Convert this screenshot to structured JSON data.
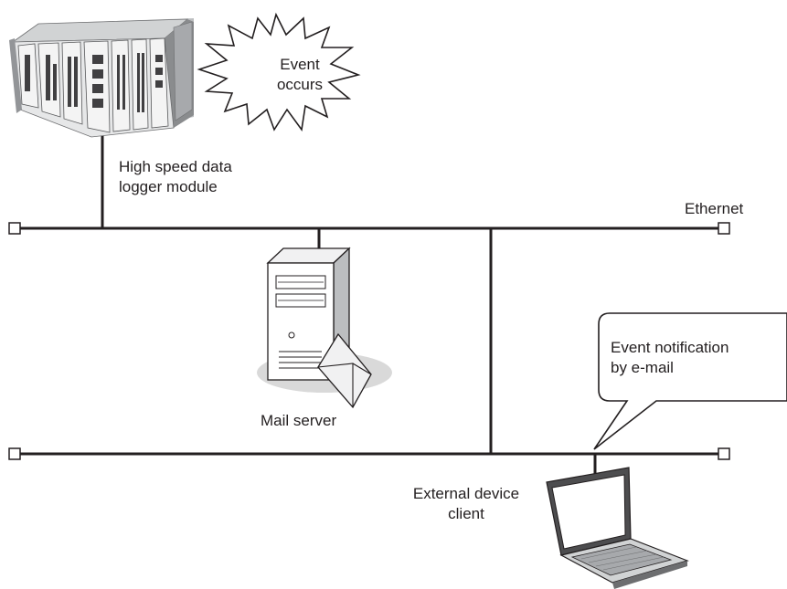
{
  "labels": {
    "plc_line1": "High speed data",
    "plc_line2": "logger module",
    "event_line1": "Event",
    "event_line2": "occurs",
    "ethernet": "Ethernet",
    "mail_server": "Mail server",
    "notify_line1": "Event notification",
    "notify_line2": "by e-mail",
    "client_line1": "External device",
    "client_line2": "client"
  },
  "colors": {
    "line": "#231f20",
    "device_fill": "#e6e6e6",
    "device_dark": "#6d6e70",
    "shadow": "#d9d9d9"
  }
}
